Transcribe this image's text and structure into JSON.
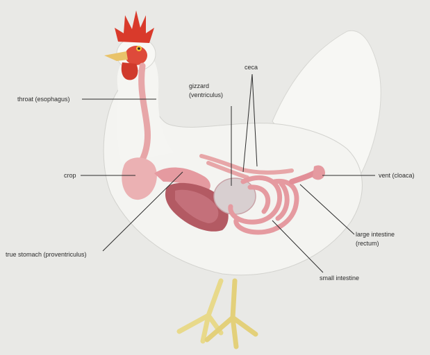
{
  "diagram": {
    "colors": {
      "background": "#e9e9e6",
      "body": "#f4f4f1",
      "comb": "#d93a2b",
      "beak": "#e9c36a",
      "legs": "#e8d98a",
      "organ": "#e7a6a8",
      "organ_dark": "#c4707a",
      "liver": "#b35a63",
      "gizzard": "#d8cfd0",
      "leader": "#2b2b2b"
    },
    "labels": {
      "throat": "throat (esophagus)",
      "crop": "crop",
      "true_stomach": "true stomach (proventriculus)",
      "gizzard_line1": "gizzard",
      "gizzard_line2": "(ventriculus)",
      "ceca": "ceca",
      "vent": "vent (cloaca)",
      "large_intestine_line1": "large intestine",
      "large_intestine_line2": "(rectum)",
      "small_intestine": "small intestine"
    }
  }
}
